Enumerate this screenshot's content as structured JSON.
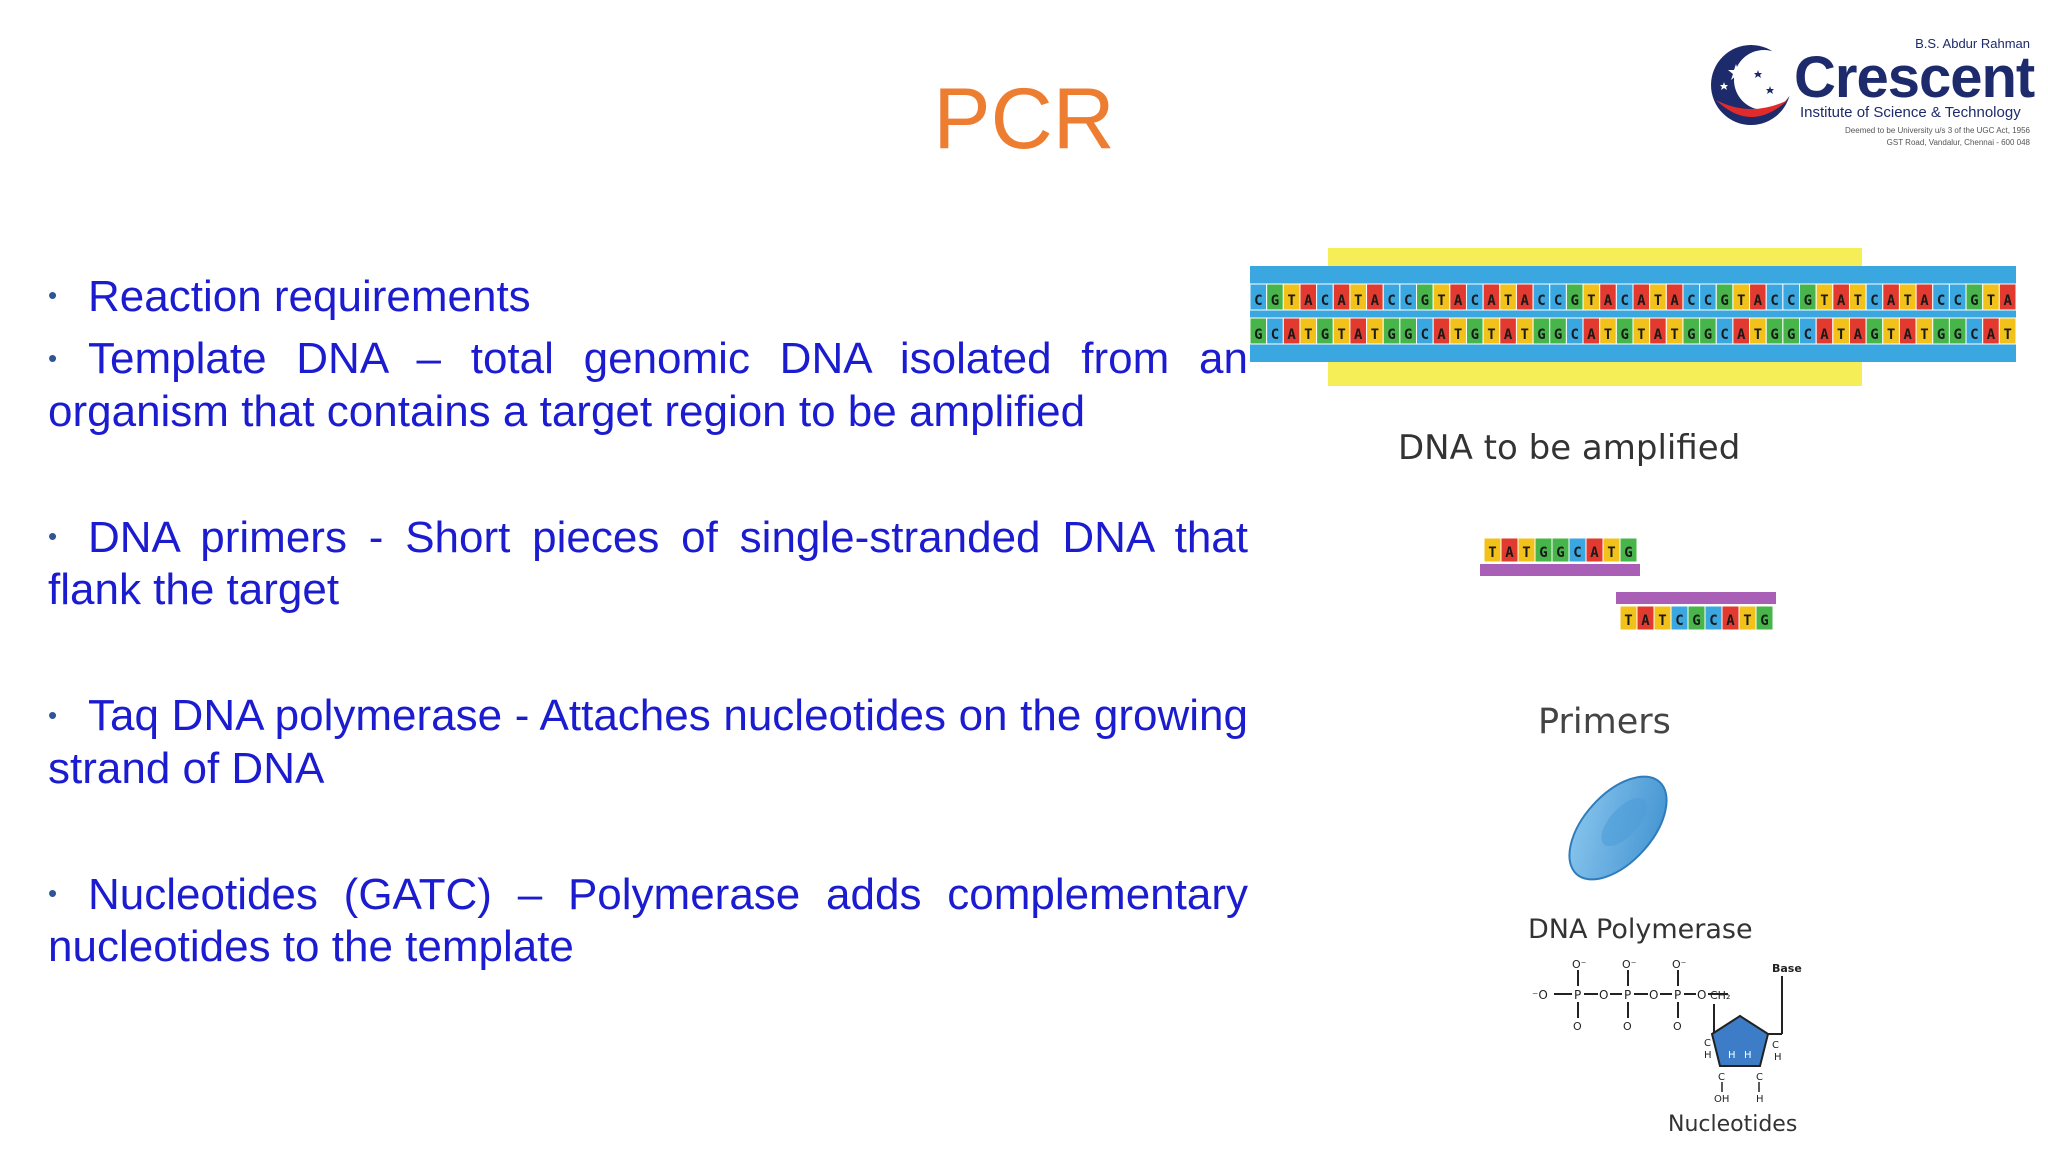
{
  "slide": {
    "title": "PCR",
    "bullets": [
      "Reaction requirements",
      "Template DNA – total genomic DNA isolated from an organism that contains a target region to be amplified",
      "DNA primers - Short pieces of single-stranded DNA that flank the target",
      "Taq DNA polymerase - Attaches nucleotides on the growing strand of DNA",
      "Nucleotides (GATC) – Polymerase adds complementary nucleotides to the template"
    ]
  },
  "logo": {
    "top_text": "B.S. Abdur Rahman",
    "name": "Crescent",
    "subtitle": "Institute of Science & Technology",
    "tiny_line1": "Deemed to be University u/s 3 of the UGC Act, 1956",
    "tiny_line2": "GST Road, Vandalur, Chennai - 600 048"
  },
  "figure": {
    "dna_label": "DNA to be amplified",
    "primers_label": "Primers",
    "polymerase_label": "DNA Polymerase",
    "nucleotides_label": "Nucleotides",
    "top_strand": "CGTACATACCGTACATACCGTACATACCGTACCGTATCATACCGTA",
    "bottom_strand": "GCATGTATGGCATGTATGGCATGTATGGCATGGCATAGTATGGCAT",
    "primer_top": "TATGGCATG",
    "primer_bottom": "TATCGCATG",
    "nucleotide_chem": {
      "o_minus": "O⁻",
      "o_minus_left": "⁻O",
      "p": "P",
      "o": "O",
      "ch2": "CH₂",
      "base": "Base",
      "h": "H",
      "c": "C",
      "oh": "OH"
    },
    "base_colors": {
      "A": "#e23a2e",
      "T": "#f2c21b",
      "C": "#3aa7e0",
      "G": "#47b54a"
    },
    "highlight_color": "#f6ee57",
    "primer_band_color": "#a85fb5"
  }
}
